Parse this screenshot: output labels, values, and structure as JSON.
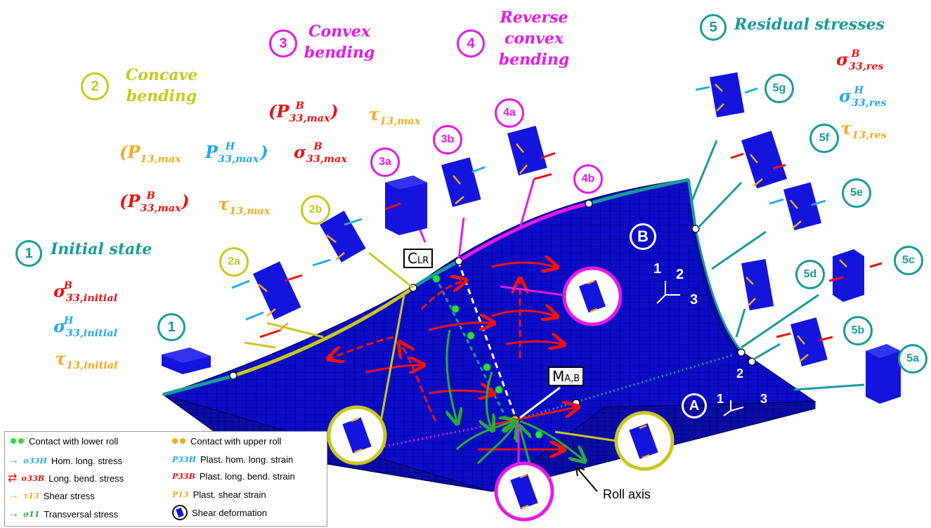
{
  "stages": {
    "s1": {
      "num": "1",
      "title": "Initial state",
      "marker": "1"
    },
    "s2": {
      "num": "2",
      "title_line1": "Concave",
      "title_line2": "bending",
      "a": "2a",
      "b": "2b"
    },
    "s3": {
      "num": "3",
      "title_line1": "Convex",
      "title_line2": "bending",
      "a": "3a",
      "b": "3b"
    },
    "s4": {
      "num": "4",
      "title_line1": "Reverse",
      "title_line2": "convex",
      "title_line3": "bending",
      "a": "4a",
      "b": "4b"
    },
    "s5": {
      "num": "5",
      "title": "Residual stresses",
      "a": "5a",
      "b": "5b",
      "c": "5c",
      "d": "5d",
      "e": "5e",
      "f": "5f",
      "g": "5g"
    }
  },
  "initial_labels": {
    "sigma_B": {
      "sym": "σ",
      "sup": "B",
      "sub": "33,initial"
    },
    "sigma_H": {
      "sym": "σ",
      "sup": "H",
      "sub": "33,initial"
    },
    "tau": {
      "sym": "τ",
      "sub": "13,initial"
    }
  },
  "residual_labels": {
    "sigma_B": {
      "sym": "σ",
      "sup": "B",
      "sub": "33,res"
    },
    "sigma_H": {
      "sym": "σ",
      "sup": "H",
      "sub": "33,res"
    },
    "tau": {
      "sym": "τ",
      "sub": "13,res"
    }
  },
  "concave_labels": {
    "row1_p13": {
      "sym": "(P",
      "sub": "13,max"
    },
    "row1_pH": {
      "sym": "P",
      "sup": "H",
      "sub": "33,max",
      "close": ")"
    },
    "row1_sigma": {
      "sym": "σ",
      "sup": "B",
      "sub": "33,max"
    },
    "row2_pB": {
      "sym": "(P",
      "sup": "B",
      "sub": "33,max",
      "close": ")"
    },
    "row2_tau": {
      "sym": "τ",
      "sub": "13,max"
    }
  },
  "convex_labels": {
    "pB": {
      "sym": "(P",
      "sup": "B",
      "sub": "33,max",
      "close": ")"
    },
    "tau": {
      "sym": "τ",
      "sub": "13,max"
    }
  },
  "regions": {
    "A": "A",
    "B": "B"
  },
  "axes": {
    "one": "1",
    "two": "2",
    "three": "3"
  },
  "box_labels": {
    "clr": "C",
    "clr_sub": "LR",
    "mab": "M",
    "mab_sub": "A,B"
  },
  "roll_axis": "Roll axis",
  "legend": {
    "items": [
      {
        "sym": "",
        "text": "Contact with lower roll"
      },
      {
        "sym": "",
        "text": "Contact with upper roll"
      },
      {
        "sym": "σ33H",
        "text": "Hom. long. stress"
      },
      {
        "sym": "P33H",
        "text": "Plast. hom. long. strain"
      },
      {
        "sym": "σ33B",
        "text": "Long. bend. stress"
      },
      {
        "sym": "P33B",
        "text": "Plast. long. bend. strain"
      },
      {
        "sym": "τ13",
        "text": "Shear stress"
      },
      {
        "sym": "P13",
        "text": "Plast. shear strain"
      },
      {
        "sym": "σ11",
        "text": "Transversal stress"
      },
      {
        "sym": "",
        "text": "Shear deformation"
      }
    ]
  },
  "colors": {
    "teal": "#1a9a98",
    "olive": "#c8c81e",
    "magenta": "#e619e6",
    "red": "#ee1111",
    "cyan": "#22aaee",
    "orange": "#f5aa1e",
    "green": "#2aaa3a",
    "blue": "#1414dd",
    "mesh": "#0a0ab4"
  }
}
